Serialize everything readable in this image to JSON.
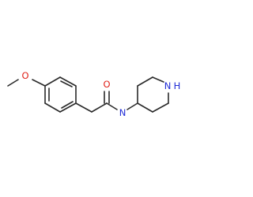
{
  "molecule": {
    "atoms": {
      "O1": {
        "symbol": "O",
        "color": "#e0231b"
      },
      "O2": {
        "symbol": "O",
        "color": "#e0231b"
      },
      "N1": {
        "symbol": "N",
        "color": "#1f2bd6"
      },
      "N2": {
        "symbol": "N",
        "color": "#1f2bd6"
      },
      "H2": {
        "symbol": "H",
        "color": "#1f2bd6"
      }
    },
    "bond_color": "#2a2a2a",
    "background": "#ffffff"
  }
}
